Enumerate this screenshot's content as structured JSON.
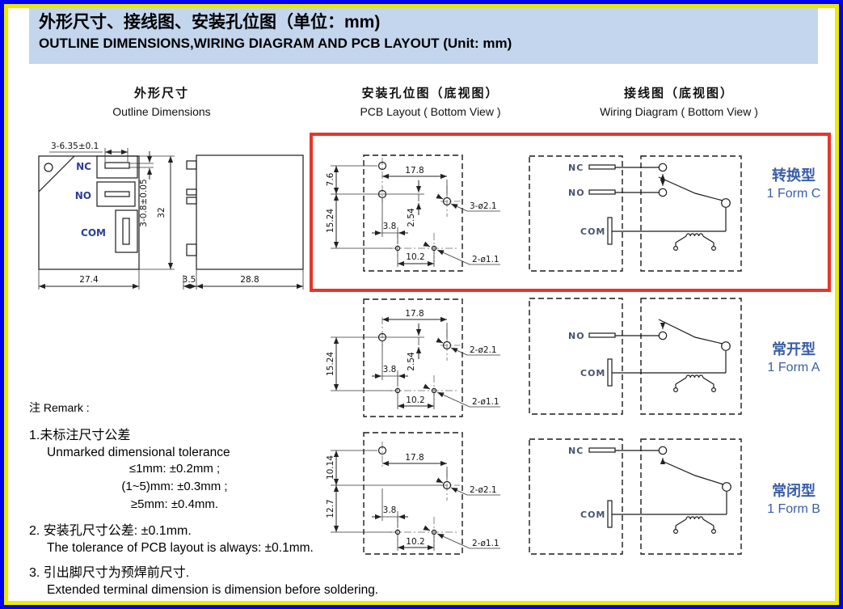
{
  "header": {
    "title_zh": "外形尺寸、接线图、安装孔位图（单位：mm)",
    "title_en": "OUTLINE DIMENSIONS,WIRING DIAGRAM AND PCB LAYOUT (Unit: mm)"
  },
  "columns": {
    "outline": {
      "zh": "外形尺寸",
      "en": "Outline Dimensions"
    },
    "pcb": {
      "zh": "安装孔位图（底视图）",
      "en": "PCB Layout ( Bottom View )"
    },
    "wiring": {
      "zh": "接线图（底视图）",
      "en": "Wiring Diagram ( Bottom View )"
    }
  },
  "outline": {
    "dim_slot_width": "3-6.35±0.1",
    "dim_terminal_thickness": "3-0.8±0.05",
    "dim_height": "32",
    "dim_width": "27.4",
    "dim_standoff": "3.5",
    "dim_depth": "28.8",
    "terminal_nc": "NC",
    "terminal_no": "NO",
    "terminal_com": "COM"
  },
  "pcb": [
    {
      "dim_top": "17.8",
      "dim_left_upper": "7.6",
      "dim_left_lower": "15.24",
      "dim_offset": "3.8",
      "dim_pitch": "2.54",
      "dim_bottom": "10.2",
      "big_holes": "3-ø2.1",
      "small_holes": "2-ø1.1"
    },
    {
      "dim_top": "17.8",
      "dim_left_lower": "15.24",
      "dim_offset": "3.8",
      "dim_pitch": "2.54",
      "dim_bottom": "10.2",
      "big_holes": "2-ø2.1",
      "small_holes": "2-ø1.1"
    },
    {
      "dim_top": "17.8",
      "dim_left_upper": "10.14",
      "dim_left_lower": "12.7",
      "dim_offset": "3.8",
      "dim_bottom": "10.2",
      "big_holes": "2-ø2.1",
      "small_holes": "2-ø1.1"
    }
  ],
  "wiring": [
    {
      "t1": "NC",
      "t2": "NO",
      "t3": "COM",
      "type_zh": "转换型",
      "type_en": "1 Form C"
    },
    {
      "t1": "NO",
      "t3": "COM",
      "type_zh": "常开型",
      "type_en": "1 Form A"
    },
    {
      "t1": "NC",
      "t3": "COM",
      "type_zh": "常闭型",
      "type_en": "1 Form B"
    }
  ],
  "remark": {
    "title": "注 Remark :",
    "item1_zh": "1.未标注尺寸公差",
    "item1_en": "Unmarked dimensional tolerance",
    "tol1": "≤1mm: ±0.2mm ;",
    "tol2": "(1~5)mm: ±0.3mm ;",
    "tol3": "≥5mm: ±0.4mm.",
    "item2_zh": "2. 安装孔尺寸公差: ±0.1mm.",
    "item2_en": "The tolerance  of PCB layout is always: ±0.1mm.",
    "item3_zh": "3. 引出脚尺寸为预焊前尺寸.",
    "item3_en": "Extended terminal dimension is dimension before soldering."
  },
  "colors": {
    "accent_red": "#e8342a",
    "header_bg": "#c3d6ee",
    "border_blue": "#0202f0",
    "border_yellow": "#e8ec00",
    "label_blue": "#3a5ea8"
  }
}
